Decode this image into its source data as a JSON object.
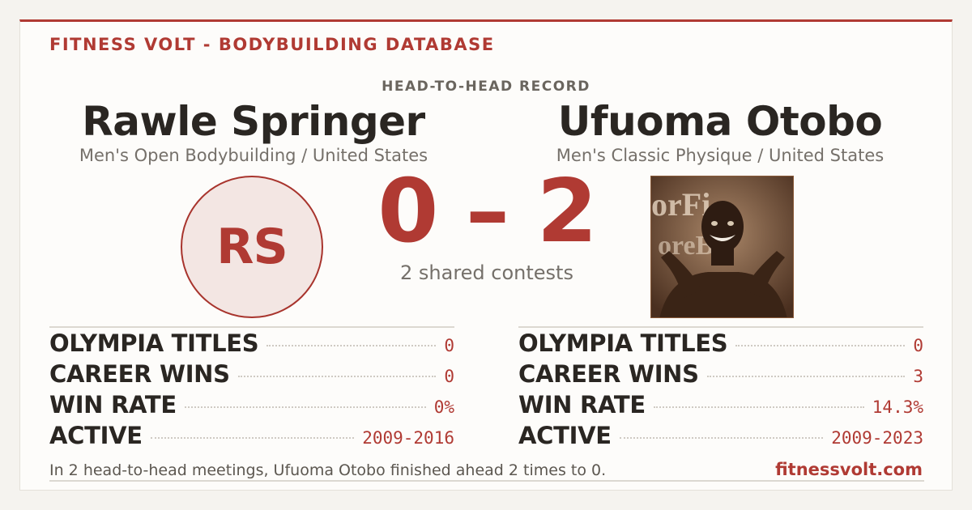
{
  "brand": "FITNESS VOLT - BODYBUILDING DATABASE",
  "kicker": "HEAD-TO-HEAD RECORD",
  "left": {
    "name": "Rawle Springer",
    "division": "Men's Open Bodybuilding / United States",
    "initials": "RS",
    "stats": [
      {
        "label": "OLYMPIA TITLES",
        "value": "0"
      },
      {
        "label": "CAREER WINS",
        "value": "0"
      },
      {
        "label": "WIN RATE",
        "value": "0%"
      },
      {
        "label": "ACTIVE",
        "value": "2009-2016"
      }
    ]
  },
  "right": {
    "name": "Ufuoma Otobo",
    "division": "Men's Classic Physique / United States",
    "photo_alt": "Ufuoma Otobo",
    "stats": [
      {
        "label": "OLYMPIA TITLES",
        "value": "0"
      },
      {
        "label": "CAREER WINS",
        "value": "3"
      },
      {
        "label": "WIN RATE",
        "value": "14.3%"
      },
      {
        "label": "ACTIVE",
        "value": "2009-2023"
      }
    ]
  },
  "score": "0 – 2",
  "shared": "2 shared contests",
  "summary": "In 2 head-to-head meetings, Ufuoma Otobo finished ahead 2 times to 0.",
  "site": "fitnessvolt.com",
  "colors": {
    "accent": "#b03a33",
    "text": "#2a2622",
    "muted": "#75706a"
  }
}
